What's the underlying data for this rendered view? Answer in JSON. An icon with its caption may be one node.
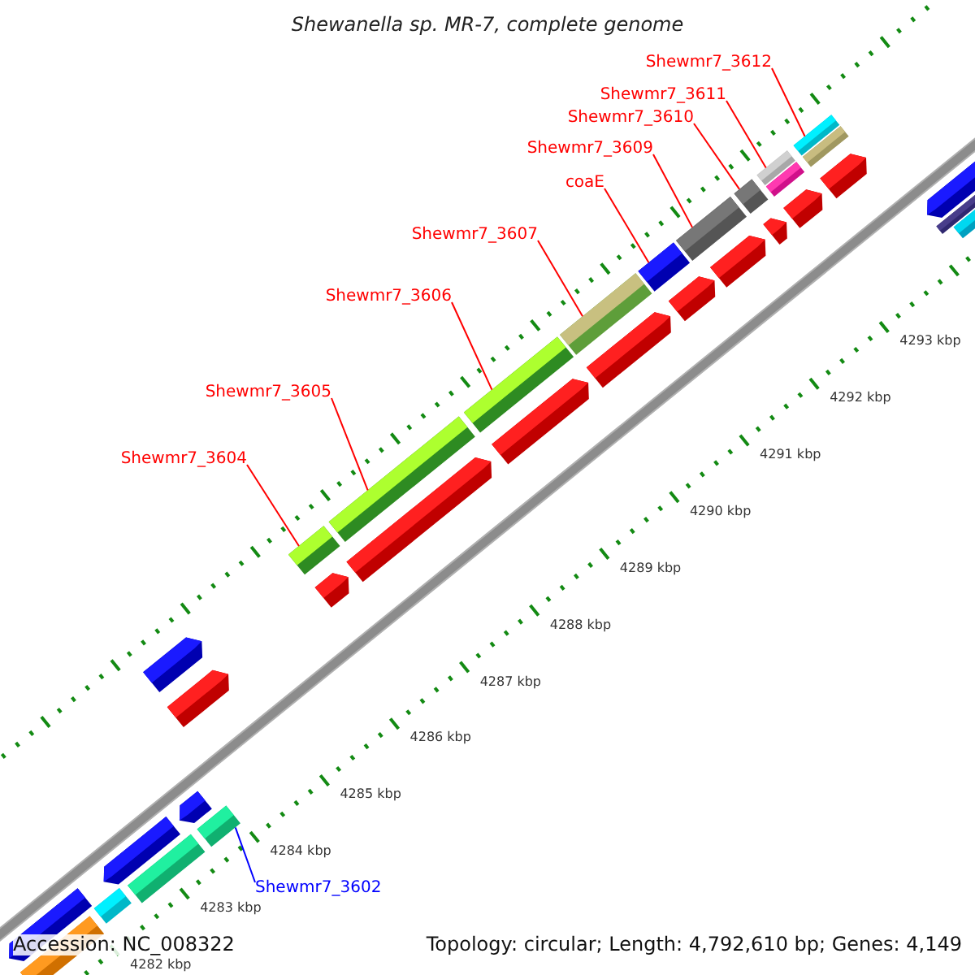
{
  "diagram": {
    "title": "Shewanella sp. MR-7, complete genome",
    "nodes": [
      {
        "text": [
          "Shewmr7_3612"
        ]
      },
      {
        "text": [
          "Shewmr7_3611"
        ]
      },
      {
        "text": [
          "Shewmr7_3610"
        ]
      },
      {
        "text": [
          "Shewmr7_3609"
        ]
      },
      {
        "text": [
          "coaE"
        ]
      },
      {
        "text": [
          "Shewmr7_3607"
        ]
      },
      {
        "text": [
          "Shewmr7_3606"
        ]
      },
      {
        "text": [
          "Shewmr7_3605"
        ]
      },
      {
        "text": [
          "Shewmr7_3604"
        ]
      },
      {
        "text": [
          "Shewmr7_3602"
        ]
      },
      {
        "text": [],
        "shape": "bar"
      },
      {
        "text": [],
        "shape": "arrow"
      },
      {
        "text": [],
        "shape": "bar"
      },
      {
        "text": [],
        "shape": "arrow"
      },
      {
        "text": [],
        "shape": "bar"
      },
      {
        "text": [],
        "shape": "arrow"
      },
      {
        "text": [],
        "shape": "bar"
      },
      {
        "text": [],
        "shape": "arrow"
      },
      {
        "text": [],
        "shape": "arrow"
      },
      {
        "text": [],
        "shape": "bar"
      },
      {
        "text": [],
        "shape": "arrow"
      },
      {
        "text": [],
        "shape": "arrow"
      },
      {
        "text": [],
        "shape": "bar"
      },
      {
        "text": [],
        "shape": "bar"
      },
      {
        "text": [],
        "shape": "arrow"
      },
      {
        "text": [],
        "shape": "bar"
      },
      {
        "text": [],
        "shape": "arrow"
      },
      {
        "text": [],
        "shape": "bar"
      },
      {
        "text": [],
        "shape": "arrow"
      },
      {
        "text": [],
        "shape": "bar"
      },
      {
        "text": [],
        "shape": "arrow"
      },
      {
        "text": [],
        "shape": "bar"
      },
      {
        "text": [],
        "shape": "arrow"
      },
      {
        "text": [],
        "shape": "bar"
      },
      {
        "text": [],
        "shape": "bar"
      },
      {
        "text": [],
        "shape": "arrow"
      },
      {
        "text": [],
        "shape": "bar"
      },
      {
        "text": [],
        "shape": "bar"
      },
      {
        "text": [],
        "shape": "arrow"
      },
      {
        "text": [],
        "shape": "arrow"
      },
      {
        "text": [],
        "shape": "bar"
      },
      {
        "text": [],
        "shape": "bar"
      }
    ],
    "edges": [
      {
        "from": 0,
        "to": 36,
        "arrow": "none"
      },
      {
        "from": 1,
        "to": 33,
        "arrow": "none"
      },
      {
        "from": 2,
        "to": 31,
        "arrow": "none"
      },
      {
        "from": 3,
        "to": 29,
        "arrow": "none"
      },
      {
        "from": 4,
        "to": 27,
        "arrow": "none"
      },
      {
        "from": 5,
        "to": 25,
        "arrow": "none"
      },
      {
        "from": 6,
        "to": 23,
        "arrow": "none"
      },
      {
        "from": 7,
        "to": 22,
        "arrow": "none"
      },
      {
        "from": 8,
        "to": 19,
        "arrow": "none"
      },
      {
        "from": 9,
        "to": 16,
        "arrow": "none",
        "color": "#0000ff"
      }
    ],
    "labels": [
      "4293 kbp",
      "4292 kbp",
      "4291 kbp",
      "4290 kbp",
      "4289 kbp",
      "4288 kbp",
      "4287 kbp",
      "4286 kbp",
      "4285 kbp",
      "4284 kbp",
      "4283 kbp",
      "4282 kbp",
      "Accession: NC_008322",
      "Topology: circular; Length: 4,792,610 bp; Genes: 4,149"
    ]
  }
}
